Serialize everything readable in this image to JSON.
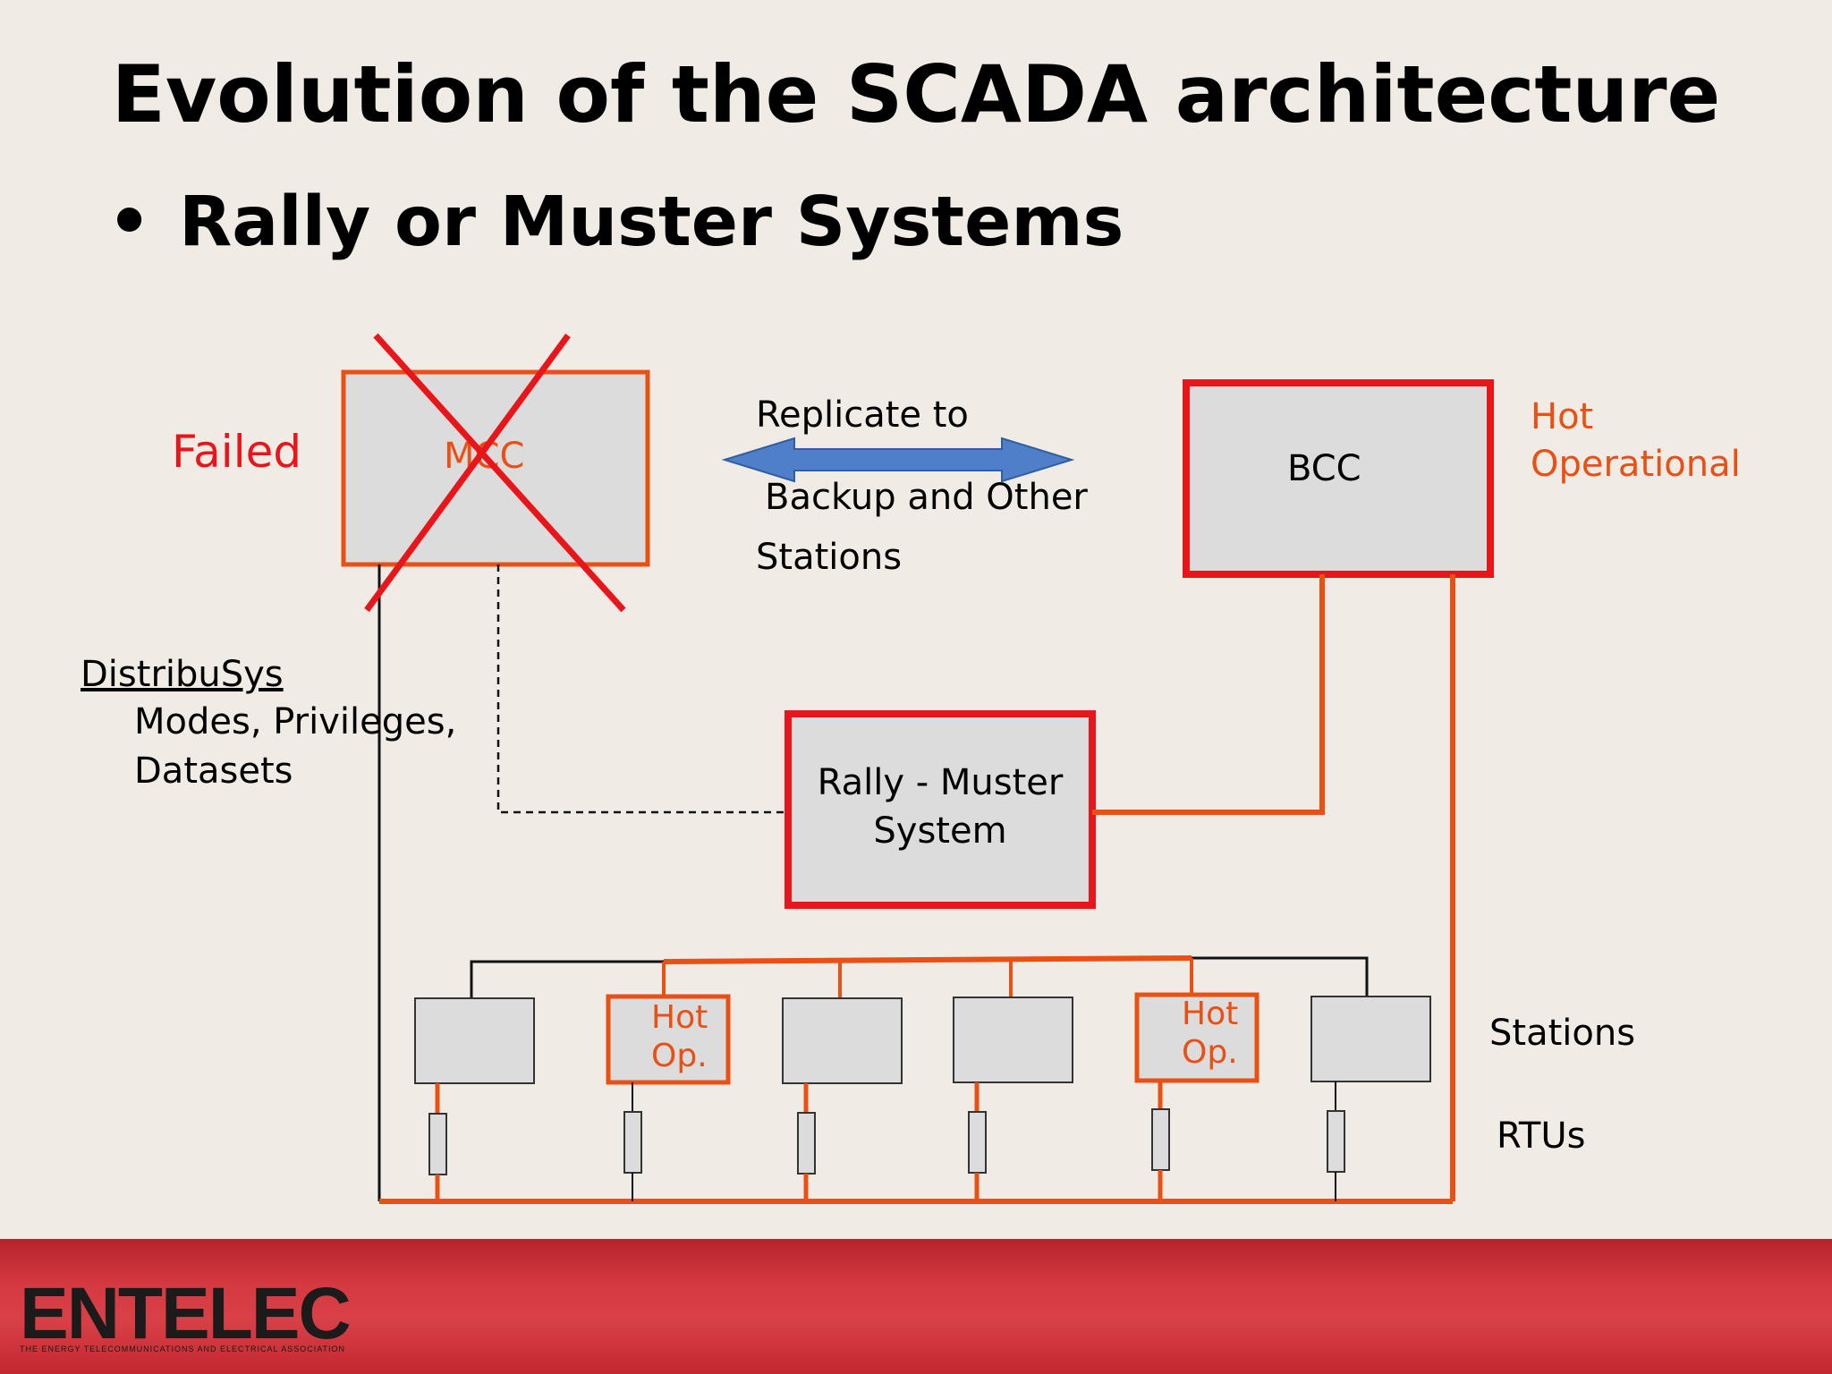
{
  "title": "Evolution of the SCADA architecture",
  "bullet": {
    "symbol": "•",
    "text": "Rally or Muster Systems"
  },
  "diagram": {
    "failed_label": "Failed",
    "mcc_label": "MCC",
    "bcc_label": "BCC",
    "bcc_status": [
      "Hot",
      "Operational"
    ],
    "replicate_text": [
      "Replicate to",
      "Backup and Other",
      "Stations"
    ],
    "rally_label": [
      "Rally - Muster",
      "System"
    ],
    "distribusys": {
      "heading": "DistribuSys",
      "lines": [
        "Modes, Privileges,",
        "Datasets"
      ]
    },
    "station_hot_label": [
      "Hot",
      "Op."
    ],
    "stations_label": "Stations",
    "rtus_label": "RTUs"
  },
  "footer": {
    "logo_text": "ENTELEC",
    "logo_tagline": "THE ENERGY TELECOMMUNICATIONS AND ELECTRICAL ASSOCIATION"
  },
  "colors": {
    "background": "#f0ece5",
    "box_fill": "#dcdcdc",
    "failed_red": "#e8161b",
    "link_orange": "#ea4f14",
    "arrow_blue": "#4f7fc8",
    "footer_red": "#d63a41"
  }
}
